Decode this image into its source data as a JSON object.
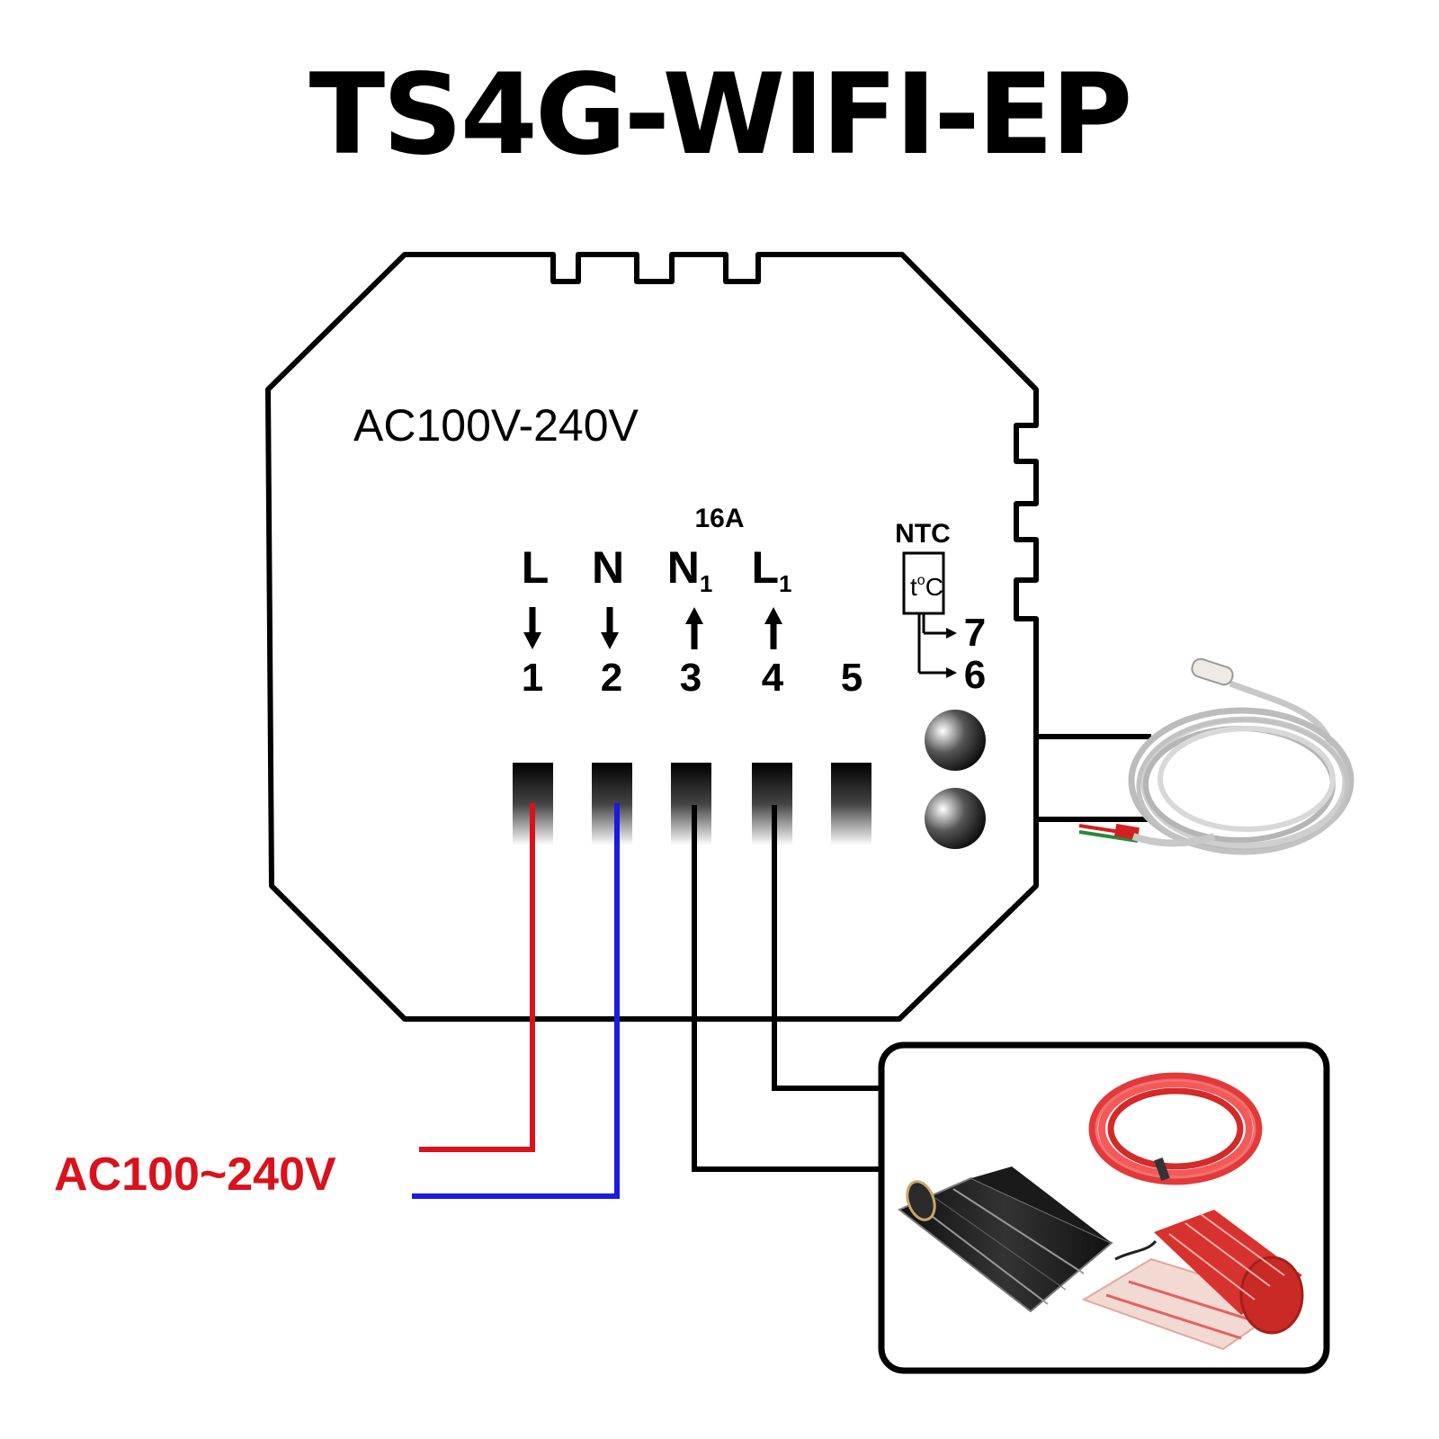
{
  "title": "TS4G-WIFI-EP",
  "device": {
    "rated_voltage": "AC100V-240V",
    "current_rating": "16A",
    "sensor_label": "NTC",
    "sensor_symbol": "t",
    "sensor_symbol_sup": "o",
    "sensor_symbol_unit": "C"
  },
  "terminals": [
    {
      "letter": "L",
      "subscript": "",
      "arrow": "down",
      "number": "1"
    },
    {
      "letter": "N",
      "subscript": "",
      "arrow": "down",
      "number": "2"
    },
    {
      "letter": "N",
      "subscript": "1",
      "arrow": "up",
      "number": "3"
    },
    {
      "letter": "L",
      "subscript": "1",
      "arrow": "up",
      "number": "4"
    },
    {
      "letter": "",
      "subscript": "",
      "arrow": "",
      "number": "5"
    }
  ],
  "sensor_terminals": [
    "7",
    "6"
  ],
  "supply_label": "AC100~240V",
  "colors": {
    "live_wire": "#d9121b",
    "neutral_wire": "#1a1ae0",
    "load_wire": "#111111",
    "supply_text": "#d9121b"
  },
  "icons": {
    "sensor_probe": "ntc-sensor-cable-icon",
    "heating_film": "heating-film-roll-icon",
    "heating_cable": "heating-cable-coil-icon",
    "heating_mat": "heating-mat-roll-icon"
  }
}
